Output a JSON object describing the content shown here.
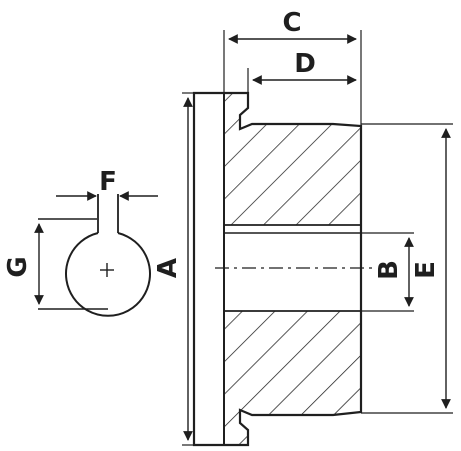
{
  "diagram": {
    "labels": {
      "a": "A",
      "b": "B",
      "c": "C",
      "d": "D",
      "e": "E",
      "f": "F",
      "g": "G"
    },
    "colors": {
      "line": "#1f1f1f",
      "background": "#ffffff"
    }
  }
}
